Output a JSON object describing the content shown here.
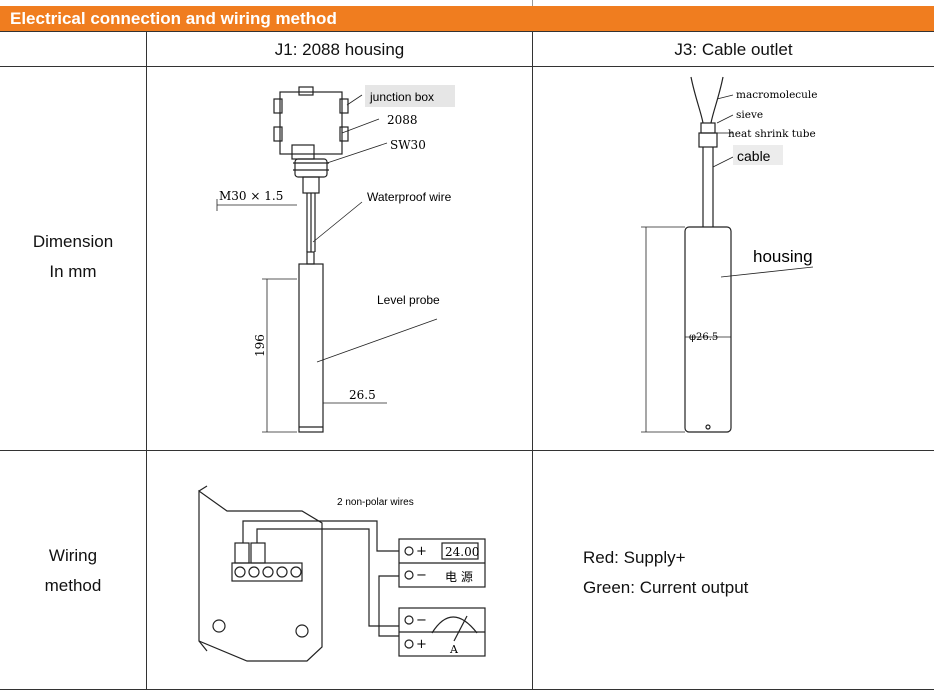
{
  "header": {
    "title": "Electrical connection and wiring method"
  },
  "columns": {
    "j1": "J1: 2088 housing",
    "j3": "J3: Cable outlet"
  },
  "rows": {
    "dimension": {
      "line1": "Dimension",
      "line2": "In mm"
    },
    "wiring": {
      "line1": "Wiring",
      "line2": "method"
    }
  },
  "j1_drawing": {
    "junction_box": "junction box",
    "model": "2088",
    "sw": "SW30",
    "thread": "M30 × 1.5",
    "waterproof_wire": "Waterproof wire",
    "level_probe": "Level probe",
    "length": "196",
    "diameter": "26.5"
  },
  "j3_drawing": {
    "macromolecule": "macromolecule",
    "sieve": "sieve",
    "heat_shrink": "heat shrink tube",
    "cable": "cable",
    "housing": "housing",
    "diameter": "φ26.5"
  },
  "wiring_diagram": {
    "wires_label": "2 non-polar wires",
    "display": "24.00",
    "power_label": "电 源",
    "meter_unit": "A"
  },
  "wiring_text": {
    "red": "Red: Supply+",
    "green": "Green: Current output"
  }
}
